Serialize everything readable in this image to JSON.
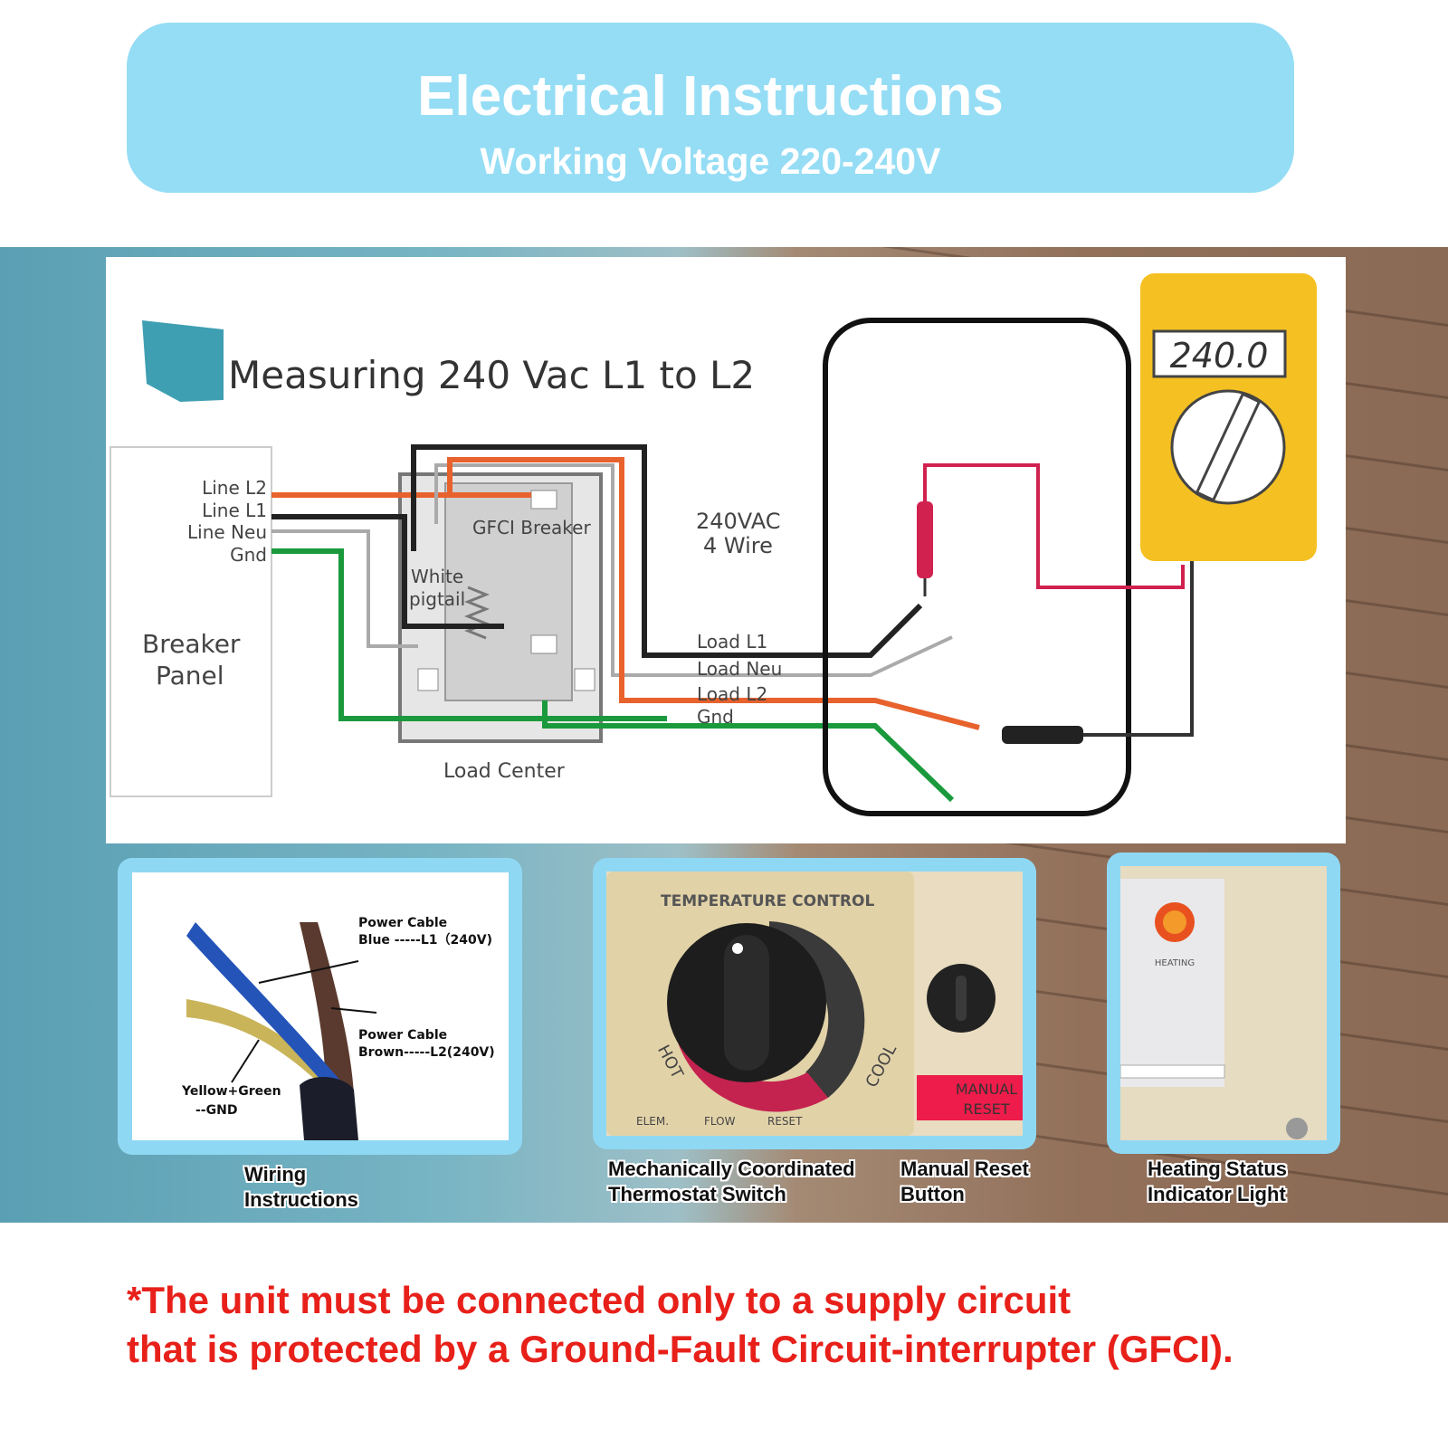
{
  "header": {
    "title": "Electrical Instructions",
    "subtitle": "Working Voltage 220-240V"
  },
  "diagram": {
    "title": "Measuring 240 Vac L1 to L2",
    "line_labels": [
      "Line L2",
      "Line L1",
      "Line Neu",
      "Gnd"
    ],
    "breaker_panel": [
      "Breaker",
      "Panel"
    ],
    "gfci_breaker": "GFCI Breaker",
    "white_pigtail": [
      "White",
      "pigtail"
    ],
    "load_center": "Load Center",
    "vac_label": [
      "240VAC",
      "4 Wire"
    ],
    "load_labels": [
      "Load L1",
      "Load Neu",
      "Load L2",
      "Gnd"
    ],
    "meter_reading": "240.0"
  },
  "wiring": {
    "blue": [
      "Power Cable",
      "Blue -----L1（240V)"
    ],
    "brown": [
      "Power Cable",
      "Brown-----L2(240V)"
    ],
    "ground": [
      "Yellow+Green",
      "--GND"
    ]
  },
  "thermostat": {
    "title": "TEMPERATURE CONTROL",
    "hot": "HOT",
    "cool": "COOL",
    "bottom": [
      "ELEM.",
      "FLOW",
      "RESET"
    ],
    "manual_reset": [
      "MANUAL",
      "RESET"
    ]
  },
  "indicator": {
    "label": "HEATING"
  },
  "captions": {
    "wiring": [
      "Wiring",
      "Instructions"
    ],
    "thermostat": [
      "Mechanically Coordinated",
      "Thermostat Switch"
    ],
    "reset": [
      "Manual Reset",
      "Button"
    ],
    "heating": [
      "Heating Status",
      "Indicator Light"
    ]
  },
  "warning": [
    "*The unit must be connected only to a supply circuit",
    "that is protected by a Ground-Fault Circuit-interrupter (GFCI)."
  ],
  "colors": {
    "header_bg": "#95ddf5",
    "warning": "#e8201a",
    "wire_l2": "#e8622d",
    "wire_gnd": "#1a9a3c",
    "meter": "#f5c022",
    "probe": "#d0214f"
  }
}
